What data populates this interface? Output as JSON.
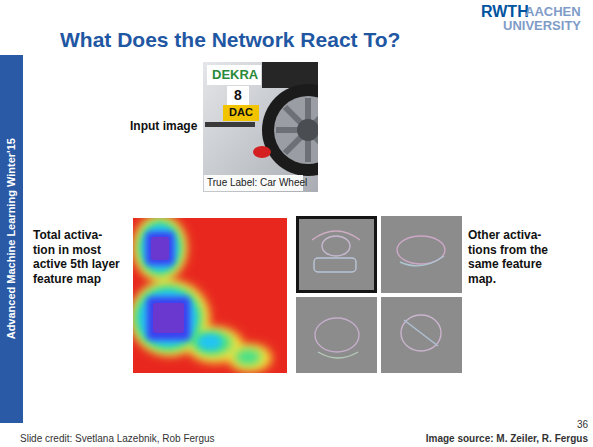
{
  "diagram": {
    "title": "What Does the Network React To?",
    "labels": [
      "RWTH",
      "AACHEN",
      "UNIVERSITY",
      "Advanced Machine Learning Winter'15",
      "Input image",
      "DEKRA",
      "8",
      "DAC",
      "True Label: Car Wheel",
      "Total activa- tion in most active 5th layer feature map",
      "Other activa- tions from the same feature map.",
      "Slide credit: Svetlana Lazebnik, Rob Fergus",
      "36",
      "Image source: M. Zeiler, R. Fergus"
    ]
  }
}
